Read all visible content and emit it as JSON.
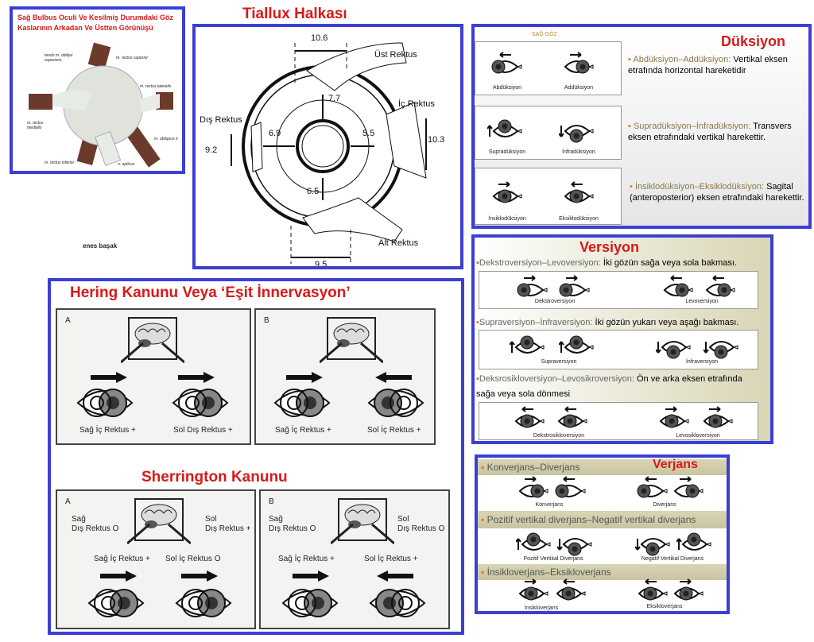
{
  "anatomy": {
    "title": "Sağ Bulbus Oculi Ve Kesilmiş Durumdaki Göz Kaslarının Arkadan Ve Üstten Görünüşü",
    "labels": [
      "tendo m. obliqui superioris",
      "m. rectus superior",
      "m. rectus lateralis",
      "m. rectus medialis",
      "m. obliquus inferior",
      "m. rectus inferior",
      "n. opticus"
    ]
  },
  "author": "enes başak",
  "tiallux": {
    "title": "Tiallux Halkası",
    "labels": {
      "top_dist": "10.6",
      "ust": "Üst Rektus",
      "d77": "7.7",
      "ic": "İç Rektus",
      "d55": "5.5",
      "d103": "10.3",
      "dis": "Dış Rektus",
      "d69": "6.9",
      "d92": "9.2",
      "d65": "6.5",
      "alt": "Alt Rektus",
      "d95": "9.5"
    }
  },
  "duksiyon": {
    "title": "Düksiyon",
    "eye_side": "SAĞ GÖZ",
    "rows": [
      {
        "term": "Abdüksiyon–Addüksiyon:",
        "desc": "Vertikal eksen etrafında horizontal hareketidir",
        "caps": [
          "Abdüksiyon",
          "Addüksiyon"
        ]
      },
      {
        "term": "Supradüksiyon–İnfradüksiyon:",
        "desc": "Transvers eksen etrafındaki vertikal harekettir.",
        "caps": [
          "Supradüksiyon",
          "İnfradüksiyon"
        ]
      },
      {
        "term": "İnsiklodüksiyon–Eksiklodüksiyon:",
        "desc": "Sagital (anteroposterior) eksen etrafındaki harekettir.",
        "caps": [
          "İnsiklodüksiyon",
          "Eksiklodüksiyon"
        ]
      }
    ]
  },
  "versiyon": {
    "title": "Versiyon",
    "rows": [
      {
        "term": "Dekstroversiyon–Levoversiyon:",
        "desc": "İki gözün sağa veya sola bakması.",
        "caps": [
          "Dekstroversiyon",
          "Levoversiyon"
        ]
      },
      {
        "term": "Supraversiyon–İnfraversiyon:",
        "desc": "İki gözün yukarı veya aşağı bakması.",
        "caps": [
          "Supraversiyon",
          "İnfraversiyon"
        ]
      },
      {
        "term": "Deksrosikloversiyon–Levosikroversiyon:",
        "desc": "Ön ve arka eksen etrafında",
        "desc2": "sağa veya sola dönmesi",
        "caps": [
          "Dekstrosikloversiyon",
          "Levosikloversiyon"
        ]
      }
    ]
  },
  "verjans": {
    "title": "Verjans",
    "rows": [
      {
        "term": "Konverjans–Diverjans",
        "caps": [
          "Konverjans",
          "Diverjans"
        ]
      },
      {
        "term": "Pozitif vertikal diverjans–Negatif vertikal diverjans",
        "caps": [
          "Pozitif Vertikal Diverjans",
          "Negatif Vertikal Diverjans"
        ]
      },
      {
        "term": "İnsikloverjans–Eksikloverjans",
        "caps": [
          "İnsikloverjans",
          "Eksikloverjans"
        ]
      }
    ]
  },
  "hering": {
    "title": "Hering Kanunu Veya ‘Eşit İnnervasyon’",
    "a": {
      "letter": "A",
      "left": "Sağ İç Rektus +",
      "right": "Sol Dış Rektus +"
    },
    "b": {
      "letter": "B",
      "left": "Sağ İç Rektus +",
      "right": "Sol İç Rektus +"
    }
  },
  "sherrington": {
    "title": "Sherrington Kanunu",
    "a": {
      "letter": "A",
      "tl1": "Sağ",
      "tl2": "Dış Rektus O",
      "tr1": "Sol",
      "tr2": "Dış Rektus +",
      "bl": "Sağ İç Rektus +",
      "br": "Sol İç Rektus O"
    },
    "b": {
      "letter": "B",
      "tl1": "Sağ",
      "tl2": "Dış Rektus O",
      "tr1": "Sol",
      "tr2": "Dış Rektus O",
      "bl": "Sağ İç Rektus +",
      "br": "Sol İç Rektus +"
    }
  },
  "colors": {
    "border": "#3b3fd4",
    "title_red": "#d61a1a"
  }
}
